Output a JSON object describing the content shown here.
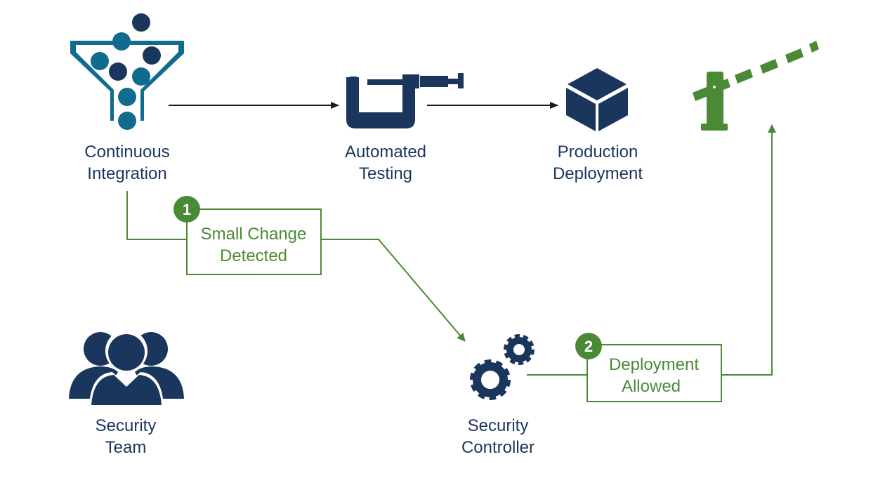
{
  "colors": {
    "navy": "#1b365d",
    "teal": "#106b8f",
    "green": "#4a8a36",
    "arrow": "#1a1a1a"
  },
  "nodes": {
    "ci": {
      "line1": "Continuous",
      "line2": "Integration",
      "icon": "funnel-icon"
    },
    "testing": {
      "line1": "Automated",
      "line2": "Testing",
      "icon": "micrometer-icon"
    },
    "production": {
      "line1": "Production",
      "line2": "Deployment",
      "icon": "cube-icon"
    },
    "team": {
      "line1": "Security",
      "line2": "Team",
      "icon": "people-icon"
    },
    "controller": {
      "line1": "Security",
      "line2": "Controller",
      "icon": "gears-icon"
    },
    "gate": {
      "icon": "barrier-gate-icon"
    }
  },
  "steps": [
    {
      "number": "1",
      "line1": "Small Change",
      "line2": "Detected"
    },
    {
      "number": "2",
      "line1": "Deployment",
      "line2": "Allowed"
    }
  ]
}
